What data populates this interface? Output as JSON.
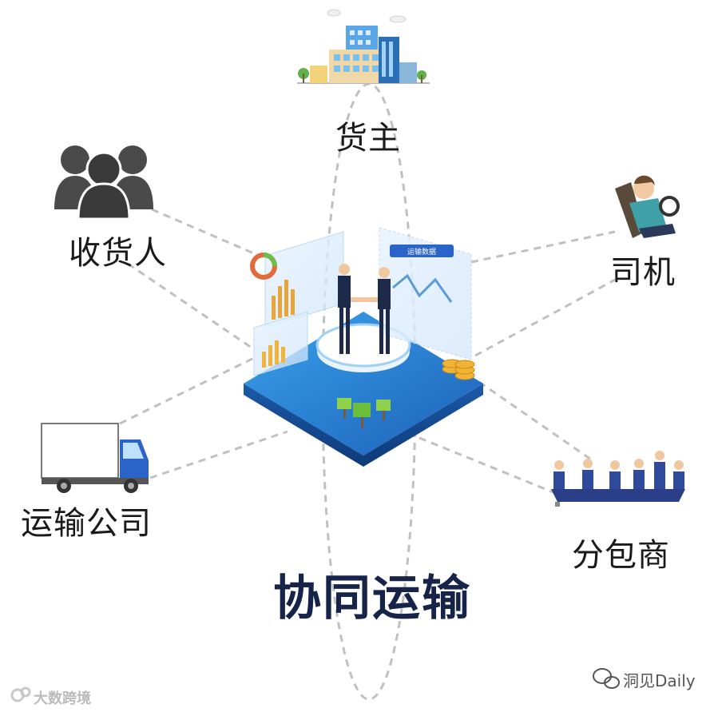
{
  "diagram": {
    "title": "协同运输",
    "nodes": [
      {
        "id": "shipper",
        "label": "货主",
        "icon": "office-buildings-icon"
      },
      {
        "id": "driver",
        "label": "司机",
        "icon": "driver-icon"
      },
      {
        "id": "subcontractor",
        "label": "分包商",
        "icon": "meeting-team-icon"
      },
      {
        "id": "transport_company",
        "label": "运输公司",
        "icon": "truck-icon"
      },
      {
        "id": "consignee",
        "label": "收货人",
        "icon": "people-group-icon"
      }
    ],
    "center": {
      "icon": "handshake-platform-icon",
      "panel_text": "运输数据"
    }
  },
  "watermarks": {
    "right": "洞见Daily",
    "left": "大数跨境"
  },
  "colors": {
    "title": "#16244a",
    "platform_blue": "#2a78c8",
    "dashed_line": "#c0c0c0"
  }
}
